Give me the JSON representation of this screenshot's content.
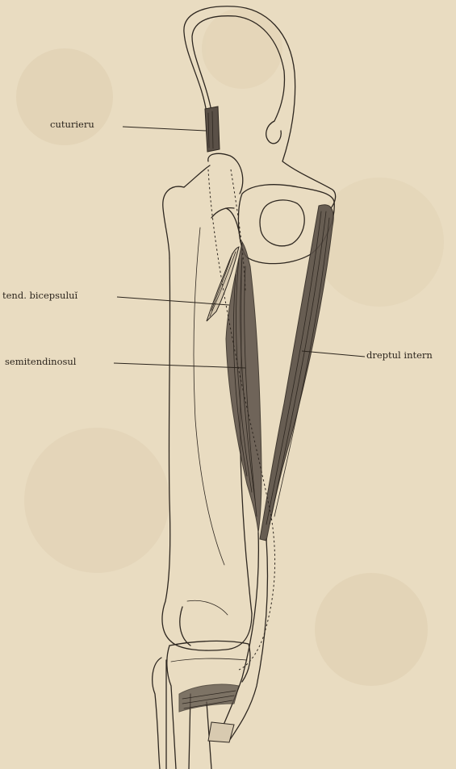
{
  "labels": {
    "sartorius": "cuturieru",
    "biceps_tendon": "tend. bicepsuluĭ",
    "semitendinosus": "semitendinosul",
    "gracilis": "dreptul intern"
  }
}
